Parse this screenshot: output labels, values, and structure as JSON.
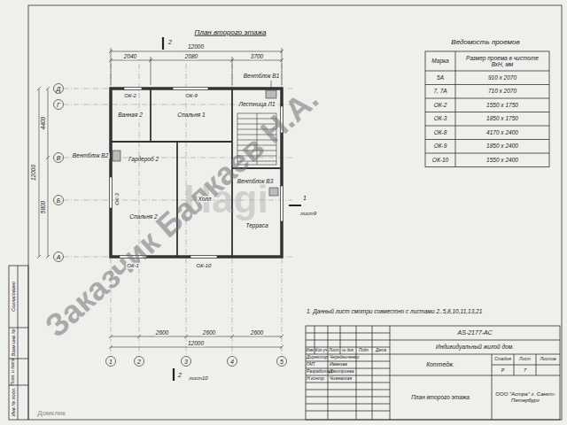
{
  "diagram": {
    "title": "План второго этажа",
    "nodes": [
      {
        "text": [
          "Д"
        ]
      },
      {
        "text": [
          "Г"
        ]
      },
      {
        "text": [
          "В"
        ]
      },
      {
        "text": [
          "Б"
        ]
      },
      {
        "text": [
          "А"
        ]
      },
      {
        "text": [
          "1"
        ]
      },
      {
        "text": [
          "2"
        ]
      },
      {
        "text": [
          "3"
        ]
      },
      {
        "text": [
          "4"
        ]
      },
      {
        "text": [
          "5"
        ]
      }
    ],
    "labels": [
      "Ведомость проемов",
      "Марка",
      "Размер проема в чистоте ВхН, мм",
      "5А",
      "910 х 2070",
      "7, 7А",
      "710 х 2070",
      "ОК-2",
      "1550 х 1750",
      "ОК-3",
      "1850 х 1750",
      "ОК-8",
      "4170 х 2400",
      "ОК-9",
      "1850 х 2400",
      "ОК-10",
      "1550 х 2400",
      "1. Данный лист смотри совместно с листами 2..5,8,10,11,13,21",
      "АS-2177-АС",
      "Индивидуальный жилой дом.",
      "Коттедж.",
      "Стадия",
      "Лист",
      "Листов",
      "Р",
      "7",
      "План второго этажа",
      "ООО \"Астра\" г. Санкт-Петербург",
      "Изм.",
      "Кол.уч",
      "Лист",
      "№ док.",
      "Подп.",
      "Дата",
      "Директор",
      "Чередниченко",
      "ГАП",
      "Иванова",
      "Разработал",
      "Дмитриева",
      "Н.контр.",
      "Чижевская",
      "Согласовано",
      "Взам.инв.№",
      "Подп. и дата",
      "Инв.№ подл.",
      "Спальня 1",
      "Ванная 2",
      "Гардероб 2",
      "Спальня 2",
      "Холл",
      "Лестница Л1",
      "Терраса",
      "Вентблок В1",
      "Вентблок В2",
      "Вентблок В3",
      "ОК-9",
      "ОК-3",
      "ОК-1",
      "ОК-10",
      "ОК-2",
      "2040",
      "2080",
      "3700",
      "12000",
      "2600",
      "2600",
      "2600",
      "12000",
      "12000",
      "5800",
      "4400",
      "2",
      "2",
      "лист10",
      "1",
      "лист9",
      "Заказчик Балкаев Н.А.",
      "Hagi",
      "Домклик"
    ]
  }
}
